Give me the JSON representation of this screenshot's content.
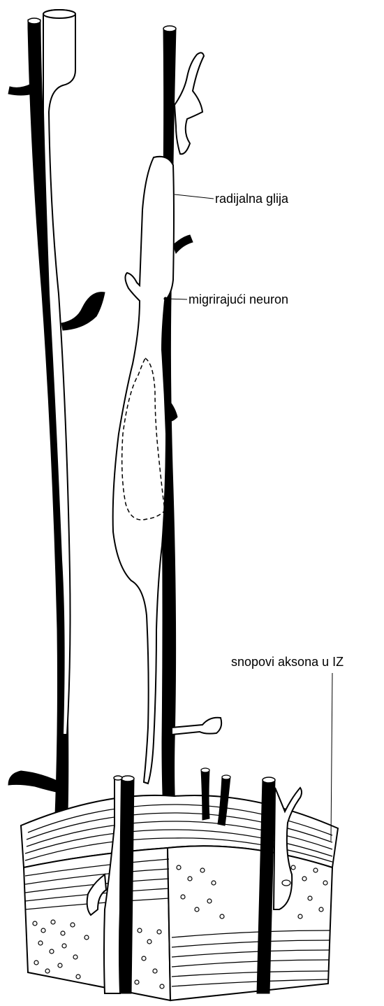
{
  "diagram": {
    "labels": {
      "radial_glia": "radijalna glija",
      "migrating_neuron": "migrirajući neuron",
      "axon_bundles": "snopovi aksona u IZ"
    }
  },
  "colors": {
    "ink": "#000000",
    "background": "#ffffff"
  }
}
